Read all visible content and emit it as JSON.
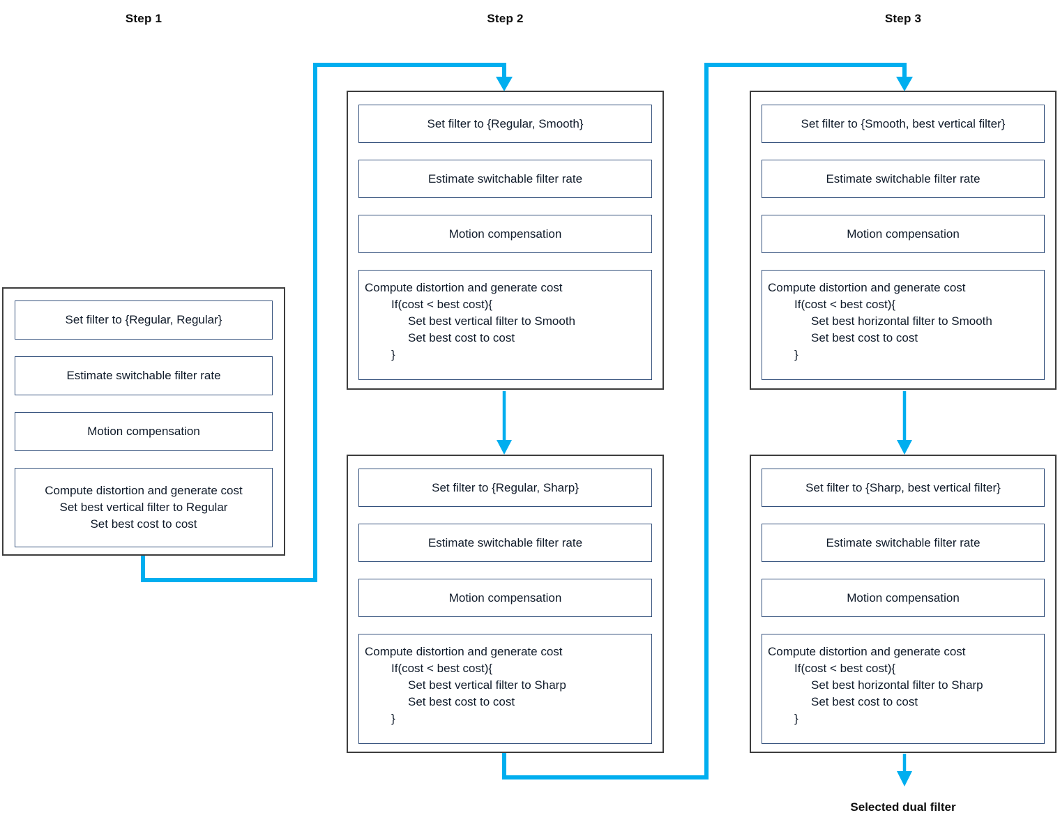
{
  "colors": {
    "arrow": "#00AEEF",
    "container_border": "#3d3d3d",
    "box_border": "#33507c",
    "text": "#101b2a",
    "title": "#0d0d0d"
  },
  "steps": [
    {
      "title": "Step 1",
      "containers": [
        {
          "boxes": [
            {
              "lines": [
                "Set filter to {Regular, Regular}"
              ]
            },
            {
              "lines": [
                "Estimate switchable filter rate"
              ]
            },
            {
              "lines": [
                "Motion compensation"
              ]
            },
            {
              "lines": [
                "Compute distortion and generate cost",
                "Set best vertical filter to Regular",
                "Set best cost to cost"
              ]
            }
          ]
        }
      ]
    },
    {
      "title": "Step 2",
      "containers": [
        {
          "boxes": [
            {
              "lines": [
                "Set filter to {Regular, Smooth}"
              ]
            },
            {
              "lines": [
                "Estimate switchable filter rate"
              ]
            },
            {
              "lines": [
                "Motion compensation"
              ]
            },
            {
              "lines": [
                "Compute distortion and generate cost",
                "If(cost < best cost){",
                "Set best vertical filter to Smooth",
                "Set best cost to cost",
                "}"
              ]
            }
          ]
        },
        {
          "boxes": [
            {
              "lines": [
                "Set filter to {Regular, Sharp}"
              ]
            },
            {
              "lines": [
                "Estimate switchable filter rate"
              ]
            },
            {
              "lines": [
                "Motion compensation"
              ]
            },
            {
              "lines": [
                "Compute distortion and generate cost",
                "If(cost < best cost){",
                "Set best vertical filter to Sharp",
                "Set best cost to cost",
                "}"
              ]
            }
          ]
        }
      ]
    },
    {
      "title": "Step 3",
      "containers": [
        {
          "boxes": [
            {
              "lines": [
                "Set filter to {Smooth, best vertical filter}"
              ]
            },
            {
              "lines": [
                "Estimate switchable filter rate"
              ]
            },
            {
              "lines": [
                "Motion compensation"
              ]
            },
            {
              "lines": [
                "Compute distortion and generate cost",
                "If(cost < best cost){",
                "Set best horizontal filter to Smooth",
                "Set best cost to cost",
                "}"
              ]
            }
          ]
        },
        {
          "boxes": [
            {
              "lines": [
                "Set filter to {Sharp, best vertical filter}"
              ]
            },
            {
              "lines": [
                "Estimate switchable filter rate"
              ]
            },
            {
              "lines": [
                "Motion compensation"
              ]
            },
            {
              "lines": [
                "Compute distortion and generate cost",
                "If(cost < best cost){",
                "Set best horizontal filter to Sharp",
                "Set best cost to cost",
                "}"
              ]
            }
          ]
        }
      ]
    }
  ],
  "result_label": "Selected dual filter"
}
